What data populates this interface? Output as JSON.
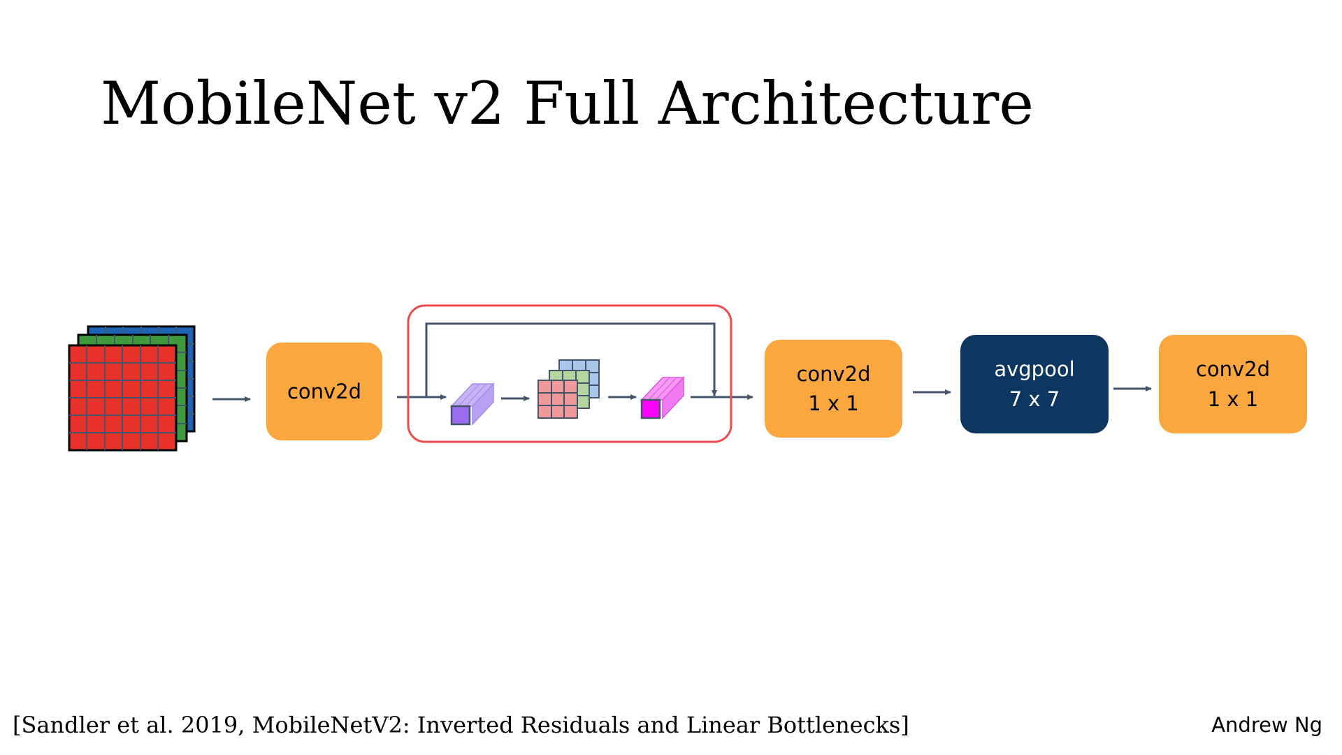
{
  "slide": {
    "title": "MobileNet v2 Full Architecture",
    "citation": "[Sandler et al. 2019, MobileNetV2: Inverted Residuals and Linear Bottlenecks]",
    "author": "Andrew Ng"
  },
  "diagram": {
    "input_channel_colors": [
      "#E8312B",
      "#3E9A3C",
      "#1F64B4"
    ],
    "bottleneck_highlight_color": "#EE4B4B",
    "arrow_color": "#44546A",
    "blocks": [
      {
        "id": "conv2d",
        "lines": [
          "conv2d"
        ],
        "fill": "#FBA73F"
      },
      {
        "id": "conv2d-1x1-a",
        "lines": [
          "conv2d",
          "1 x 1"
        ],
        "fill": "#FBA73F"
      },
      {
        "id": "avgpool",
        "lines": [
          "avgpool",
          "7 x 7"
        ],
        "fill": "#0D3661"
      },
      {
        "id": "conv2d-1x1-b",
        "lines": [
          "conv2d",
          "1 x 1"
        ],
        "fill": "#FBA73F"
      }
    ],
    "bottleneck_icons": [
      {
        "name": "expansion-column",
        "color": "#9B6CF0"
      },
      {
        "name": "depthwise-grid",
        "front_color": "#EE9A9A",
        "middle_color": "#B4D7A0",
        "back_color": "#A7C8EA"
      },
      {
        "name": "projection-column",
        "color": "#FF00FF"
      }
    ]
  }
}
